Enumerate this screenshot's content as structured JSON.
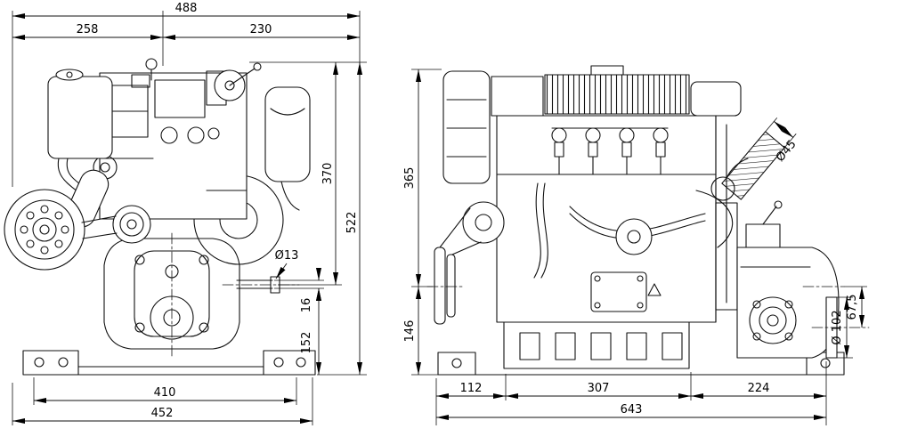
{
  "front_view": {
    "total_width": "488",
    "left_width": "258",
    "right_width": "230",
    "upper_height": "370",
    "total_height": "522",
    "shaft_diameter": "Ø13",
    "shaft_offset": "16",
    "lower_height": "152",
    "base_inner_width": "410",
    "base_outer_width": "452"
  },
  "side_view": {
    "upper_height": "365",
    "lower_height": "146",
    "exhaust_diameter": "Ø45",
    "output_drop": "67,5",
    "flange_diameter": "Ø 102",
    "front_length": "112",
    "mid_length": "307",
    "rear_length": "224",
    "total_length": "643"
  }
}
